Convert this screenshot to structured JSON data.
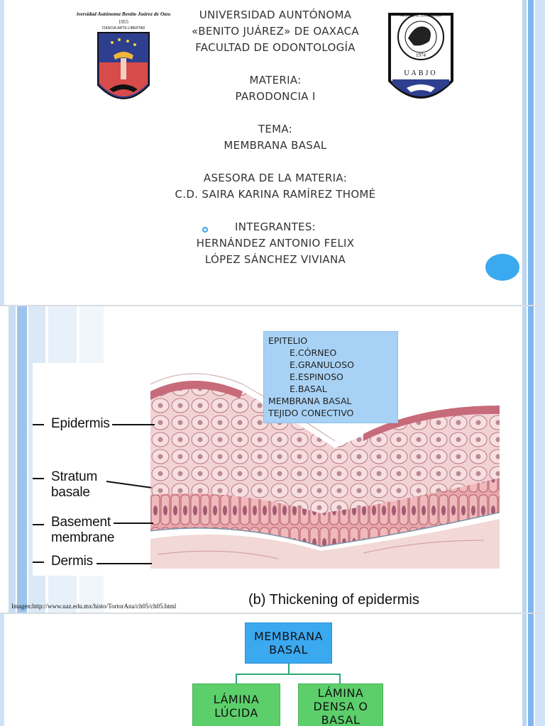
{
  "slide1": {
    "logo_left_lettering": "Universidad Autónoma Benito Juárez de Oaxaca",
    "logo_left_year": "1955",
    "logo_left_motto": "CIENCIA-ARTE-LIBERTAD",
    "logo_right_year": "1974",
    "logo_right_initials": "UABJO",
    "logo_right_lettering": "FACULTAD DE ODONTOLOGÍA",
    "university_line1": "UNIVERSIDAD AUNTÓNOMA",
    "university_line2": "«BENITO JUÁREZ» DE OAXACA",
    "faculty": "FACULTAD  DE ODONTOLOGÍA",
    "subject_label": "MATERIA:",
    "subject_value": "PARODONCIA I",
    "topic_label": "TEMA:",
    "topic_value": "MEMBRANA BASAL",
    "advisor_label": "ASESORA DE LA MATERIA:",
    "advisor_value": "C.D. SAIRA KARINA RAMÍREZ THOMÉ",
    "members_label": "INTEGRANTES:",
    "members": [
      "HERNÁNDEZ ANTONIO FELIX",
      "LÓPEZ SÁNCHEZ VIVIANA"
    ]
  },
  "slide2": {
    "labels": {
      "epidermis": "Epidermis",
      "stratum_1": "Stratum",
      "stratum_2": "basale",
      "basement_1": "Basement",
      "basement_2": "membrane",
      "dermis": "Dermis"
    },
    "caption": "(b) Thickening of epidermis",
    "source": "Imagen:http://www.uaz.edu.mx/histo/TortorAna/ch05/ch05.html",
    "layer_box": {
      "title": "EPITELIO",
      "sublayers": [
        "E.CÓRNEO",
        "E.GRANULOSO",
        "E.ESPINOSO",
        "E.BASAL"
      ],
      "rest": [
        "MEMBRANA BASAL",
        "TEJIDO CONECTIVO"
      ]
    }
  },
  "slide3": {
    "top_1": "MEMBRANA",
    "top_2": "BASAL",
    "left_1": "LÁMINA",
    "left_2": "LÚCIDA",
    "right_1": "LÁMINA",
    "right_2": "DENSA O",
    "right_3": "BASAL"
  },
  "colors": {
    "accent_blue": "#3ba9f0",
    "box_blue": "#a8d2f5",
    "node_green": "#5ccf6b",
    "connector": "#2aa874",
    "stripe_blue": "#7fb6ee"
  }
}
